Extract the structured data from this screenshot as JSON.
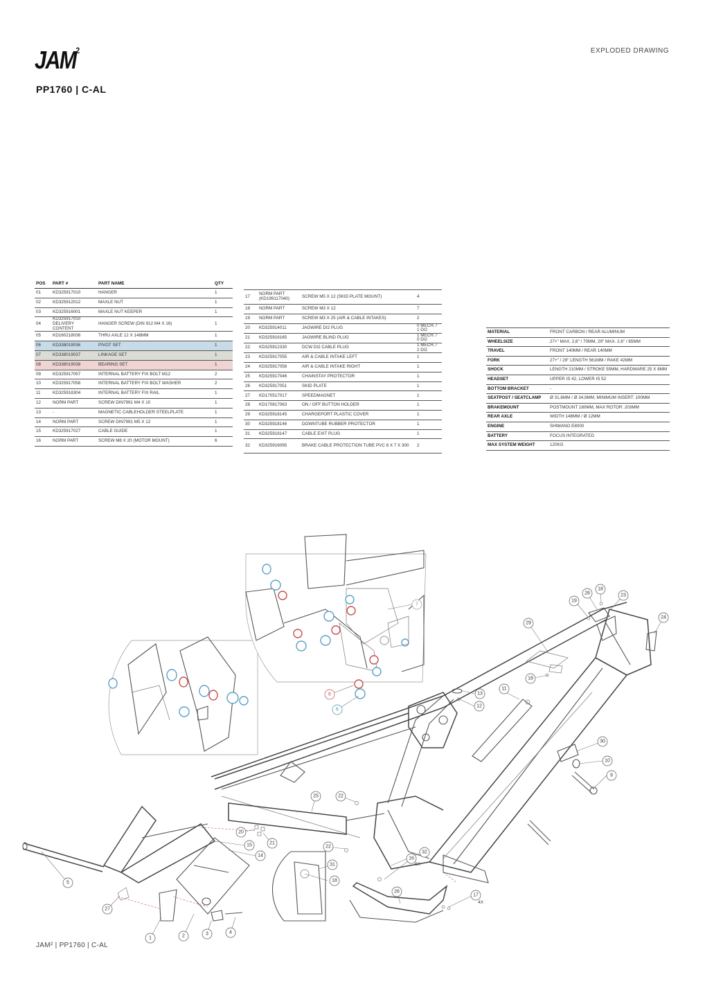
{
  "header": {
    "logo": "JAM",
    "logo_sup": "2",
    "model": "PP1760 | C-AL",
    "doc_label": "EXPLODED DRAWING"
  },
  "footer": {
    "text": "JAM² | PP1760 | C-AL"
  },
  "parts_table_1": {
    "columns": [
      "POS",
      "PART #",
      "PART NAME",
      "QTY"
    ],
    "rows": [
      {
        "pos": "01",
        "part": "KD325917010",
        "name": "HANGER",
        "qty": "1"
      },
      {
        "pos": "02",
        "part": "KD325912012",
        "name": "MAXLE NUT",
        "qty": "1"
      },
      {
        "pos": "03",
        "part": "KD325916001",
        "name": "MAXLE NUT KEEPER",
        "qty": "1"
      },
      {
        "pos": "04",
        "part": "KD325917010 DELIVERY CONTENT",
        "name": "HANGER SCREW (DIN 912 M4 X 16)",
        "qty": "1"
      },
      {
        "pos": "05",
        "part": "KD160218036",
        "name": "THRU AXLE 12 X 148MM",
        "qty": "1"
      },
      {
        "pos": "06",
        "part": "KD338019036",
        "name": "PIVOT SET",
        "qty": "1"
      },
      {
        "pos": "07",
        "part": "KD338019037",
        "name": "LINKAGE SET",
        "qty": "1"
      },
      {
        "pos": "08",
        "part": "KD338019038",
        "name": "BEARING SET",
        "qty": "1"
      },
      {
        "pos": "09",
        "part": "KD325917057",
        "name": "INTERNAL BATTERY FIX BOLT M12",
        "qty": "2"
      },
      {
        "pos": "10",
        "part": "KD325917058",
        "name": "INTERNAL BATTERY FIX BOLT WASHER",
        "qty": "2"
      },
      {
        "pos": "11",
        "part": "KD325918304",
        "name": "INTERNAL BATTERY FIX RAIL",
        "qty": "1"
      },
      {
        "pos": "12",
        "part": "NORM PART",
        "name": "SCREW DIN7991 M4 X 10",
        "qty": "1"
      },
      {
        "pos": "13",
        "part": "-",
        "name": "MAGNETIC CABLEHOLDER STEELPLATE",
        "qty": "1"
      },
      {
        "pos": "14",
        "part": "NORM PART",
        "name": "SCREW DIN7991 M5 X 12",
        "qty": "1"
      },
      {
        "pos": "15",
        "part": "KD325917027",
        "name": "CABLE GUIDE",
        "qty": "1"
      },
      {
        "pos": "16",
        "part": "NORM PART",
        "name": "SCREW M8 X 20 (MOTOR MOUNT)",
        "qty": "6"
      }
    ]
  },
  "parts_table_2": {
    "rows": [
      {
        "pos": "17",
        "part": "NORM PART (KD199117040)",
        "name": "SCREW M5 X 12 (SKID PLATE MOUNT)",
        "qty": "4"
      },
      {
        "pos": "18",
        "part": "NORM PART",
        "name": "SCREW M3 X 12",
        "qty": "7"
      },
      {
        "pos": "19",
        "part": "NORM PART",
        "name": "SCREW M3 X 25 (AIR & CABLE INTAKES)",
        "qty": "2"
      },
      {
        "pos": "20",
        "part": "KD325914011",
        "name": "JAGWIRE DI2 PLUG",
        "qty": "0 MECH. / 1 DI2"
      },
      {
        "pos": "21",
        "part": "KD325916165",
        "name": "JAGWIRE BLIND PLUG",
        "qty": "1 MECH. / 0 DI2"
      },
      {
        "pos": "22",
        "part": "KD325912330",
        "name": "DCW DI2 CABLE PLUG",
        "qty": "1 MECH. / 2 DI2"
      },
      {
        "pos": "23",
        "part": "KD325917055",
        "name": "AIR & CABLE INTAKE LEFT",
        "qty": "1"
      },
      {
        "pos": "24",
        "part": "KD325917056",
        "name": "AIR & CABLE INTAKE RIGHT",
        "qty": "1"
      },
      {
        "pos": "25",
        "part": "KD325917046",
        "name": "CHAINSTAY PROTECTOR",
        "qty": "1"
      },
      {
        "pos": "26",
        "part": "KD325917051",
        "name": "SKID PLATE",
        "qty": "1"
      },
      {
        "pos": "27",
        "part": "KD170517017",
        "name": "SPEEDMAGNET",
        "qty": "1"
      },
      {
        "pos": "28",
        "part": "KD170817063",
        "name": "ON / OFF BUTTON HOLDER",
        "qty": "1"
      },
      {
        "pos": "29",
        "part": "KD325918145",
        "name": "CHARGEPORT PLASTIC COVER",
        "qty": "1"
      },
      {
        "pos": "30",
        "part": "KD325918146",
        "name": "DOWNTUBE RUBBER PROTECTOR",
        "qty": "1"
      },
      {
        "pos": "31",
        "part": "KD325918147",
        "name": "CABLE EXIT PLUG",
        "qty": "1"
      },
      {
        "pos": "32",
        "part": "KD325916095",
        "name": "BRAKE CABLE PROTECTION TUBE PVC 6 X 7 X 300",
        "qty": "2"
      }
    ]
  },
  "specs_table": {
    "rows": [
      {
        "key": "MATERIAL",
        "value": "FRONT CARBON / REAR ALUMINUM"
      },
      {
        "key": "WHEELSIZE",
        "value": "27+\" MAX. 2,8\" / 70MM, 29\" MAX. 2,6\" / 65MM"
      },
      {
        "key": "TRAVEL",
        "value": "FRONT 140MM / REAR 140MM"
      },
      {
        "key": "FORK",
        "value": "27+\" / 29\" LENGTH 561MM / RAKE 42MM"
      },
      {
        "key": "SHOCK",
        "value": "LENGTH 210MM / STROKE 55MM, HARDWARE 25 X 8MM"
      },
      {
        "key": "HEADSET",
        "value": "UPPER IS 42, LOWER IS 52"
      },
      {
        "key": "BOTTOM BRACKET",
        "value": "-"
      },
      {
        "key": "SEATPOST / SEATCLAMP",
        "value": "Ø 31,6MM / Ø 34,9MM, MINIMUM INSERT: 100MM"
      },
      {
        "key": "BRAKEMOUNT",
        "value": "POSTMOUNT 180MM, MAX ROTOR: 203MM"
      },
      {
        "key": "REAR AXLE",
        "value": "WIDTH 148MM / Ø 12MM"
      },
      {
        "key": "ENGINE",
        "value": "SHIMANO E8000"
      },
      {
        "key": "BATTERY",
        "value": "FOCUS INTEGRATED"
      },
      {
        "key": "MAX SYSTEM WEIGHT",
        "value": "120KG"
      }
    ]
  },
  "drawing": {
    "callouts": [
      {
        "label": "1"
      },
      {
        "label": "2"
      },
      {
        "label": "3"
      },
      {
        "label": "4"
      },
      {
        "label": "5"
      },
      {
        "label": "6"
      },
      {
        "label": "7"
      },
      {
        "label": "8"
      },
      {
        "label": "9"
      },
      {
        "label": "10"
      },
      {
        "label": "11"
      },
      {
        "label": "12"
      },
      {
        "label": "13"
      },
      {
        "label": "14"
      },
      {
        "label": "15"
      },
      {
        "label": "16"
      },
      {
        "label": "17"
      },
      {
        "label": "18"
      },
      {
        "label": "18"
      },
      {
        "label": "18"
      },
      {
        "label": "19"
      },
      {
        "label": "20"
      },
      {
        "label": "21"
      },
      {
        "label": "22"
      },
      {
        "label": "22"
      },
      {
        "label": "23"
      },
      {
        "label": "24"
      },
      {
        "label": "25"
      },
      {
        "label": "26"
      },
      {
        "label": "27"
      },
      {
        "label": "28"
      },
      {
        "label": "29"
      },
      {
        "label": "30"
      },
      {
        "label": "31"
      },
      {
        "label": "32"
      }
    ],
    "multipliers": {
      "screws_16": "6X",
      "screws_17": "4X"
    },
    "colors": {
      "pivot": "#5aa0c4",
      "bearing": "#c94c4c",
      "linkage": "#9aa89f",
      "pivot_row": "#c8dbe8",
      "linkage_row": "#dcdcd6",
      "bearing_row": "#eed4d3"
    }
  }
}
